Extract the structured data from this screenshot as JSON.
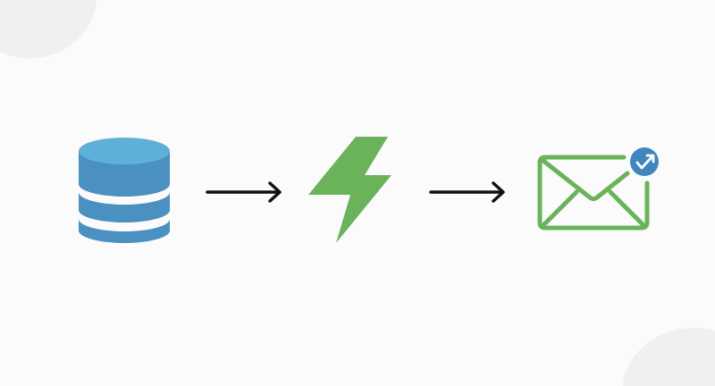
{
  "diagram": {
    "nodes": [
      {
        "id": "database",
        "icon": "database-icon"
      },
      {
        "id": "trigger",
        "icon": "lightning-bolt-icon"
      },
      {
        "id": "email",
        "icon": "envelope-icon",
        "badge": "check-arrow-badge-icon"
      }
    ],
    "edges": [
      {
        "from": "database",
        "to": "trigger"
      },
      {
        "from": "trigger",
        "to": "email"
      }
    ]
  },
  "colors": {
    "database_top": "#5fb0d8",
    "database_body": "#4a90c0",
    "bolt": "#6ab35a",
    "envelope": "#6ab35a",
    "badge": "#3f86bf",
    "arrow": "#111111",
    "background": "#fbfbfb"
  }
}
